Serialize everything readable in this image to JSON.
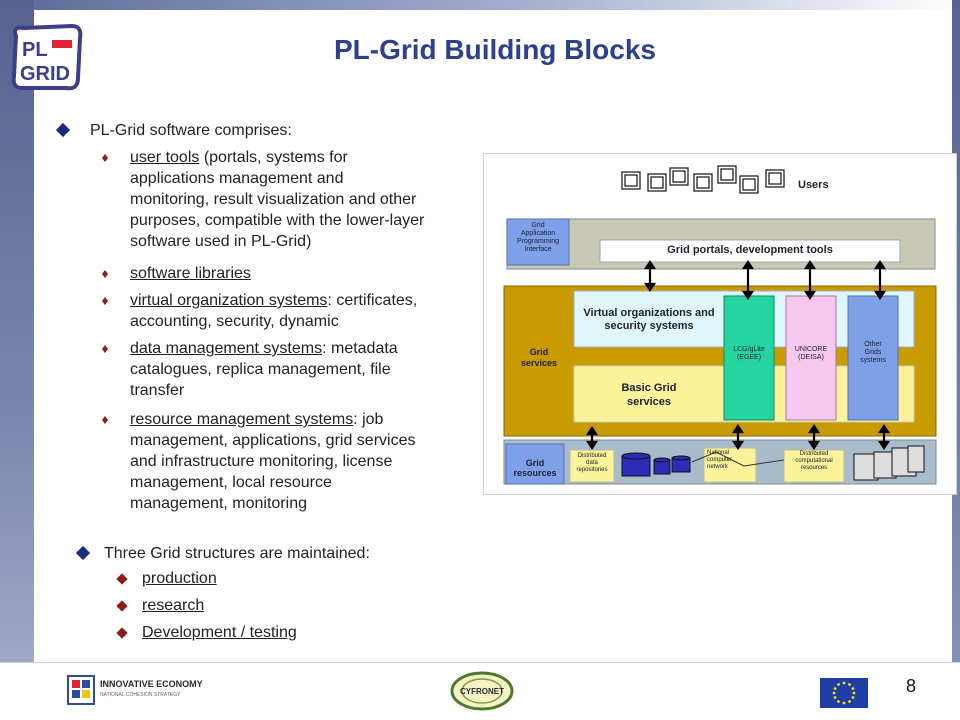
{
  "logo": {
    "line1": "PL",
    "line2": "GRID"
  },
  "title": "PL-Grid Building Blocks",
  "intro": "PL-Grid software comprises:",
  "items": [
    {
      "link": "user tools",
      "rest1": " (portals, systems for",
      "rest2": "applications management and",
      "rest3": "monitoring, result visualization and other",
      "rest4": "purposes, compatible with the lower-layer",
      "rest5": "software used in PL-Grid)"
    },
    {
      "link": "software libraries"
    },
    {
      "link": "virtual organization systems",
      "rest1": ": certificates,",
      "rest2": "accounting, security, dynamic"
    },
    {
      "link": "data management systems",
      "rest1": ": metadata",
      "rest2": "catalogues, replica management, file",
      "rest3": "transfer"
    },
    {
      "link": "resource management systems",
      "rest1": ": job",
      "rest2": "management, applications, grid services",
      "rest3": "and infrastructure monitoring, license",
      "rest4": "management, local resource",
      "rest5": "management, monitoring"
    }
  ],
  "structures_intro": "Three Grid structures are maintained:",
  "structures": [
    "production",
    "research",
    "Development / testing"
  ],
  "diagram": {
    "users": "Users",
    "api_line1": "Grid",
    "api_line2": "Application",
    "api_line3": "Programming",
    "api_line4": "Interface",
    "portals": "Grid portals, development tools",
    "vo_line1": "Virtual organizations and",
    "vo_line2": "security systems",
    "grid_services_line1": "Grid",
    "grid_services_line2": "services",
    "basic_line1": "Basic Grid",
    "basic_line2": "services",
    "lcg_line1": "LCG/gLite",
    "lcg_line2": "(EGEE)",
    "unicore_line1": "UNICORE",
    "unicore_line2": "(DEISA)",
    "other_line1": "Other",
    "other_line2": "Grids",
    "other_line3": "systems",
    "res_line1": "Grid",
    "res_line2": "resources",
    "drep_line1": "Distributed",
    "drep_line2": "data",
    "drep_line3": "repositories",
    "net_line1": "National",
    "net_line2": "computer",
    "net_line3": "network",
    "comp_line1": "Distributed",
    "comp_line2": "computational",
    "comp_line3": "resources"
  },
  "footer": {
    "innov1": "INNOVATIVE ECONOMY",
    "innov2": "NATIONAL COHESION STRATEGY",
    "cyfronet": "CYFRONET"
  },
  "page_number": "8"
}
